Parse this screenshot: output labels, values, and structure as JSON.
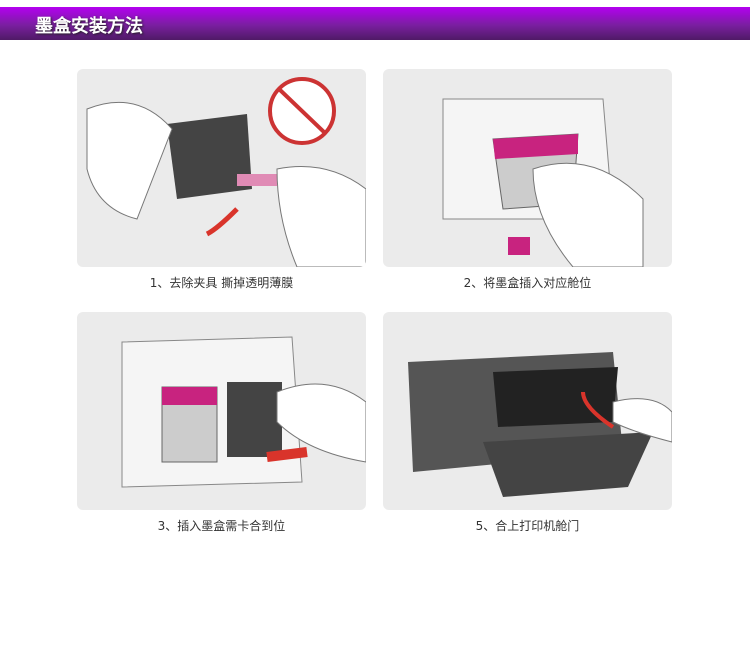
{
  "header": {
    "title": "墨盒安装方法"
  },
  "steps": [
    {
      "caption": "1、去除夹具  撕掉透明薄膜"
    },
    {
      "caption": "2、将墨盒插入对应舱位"
    },
    {
      "caption": "3、插入墨盒需卡合到位"
    },
    {
      "caption": "5、合上打印机舱门"
    }
  ],
  "colors": {
    "header": "#8a14c0",
    "magenta": "#c8237f",
    "arrow": "#d9342b"
  }
}
